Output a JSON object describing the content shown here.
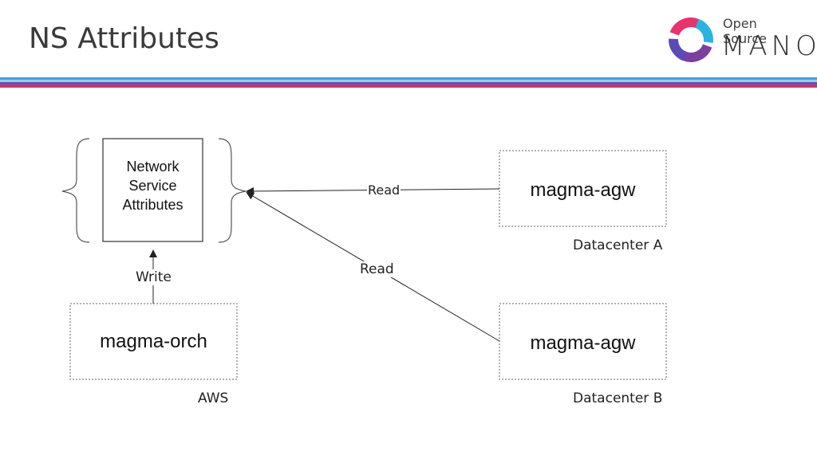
{
  "slide": {
    "title": "NS Attributes"
  },
  "logo": {
    "line1": "Open Source",
    "line2": "MANO",
    "colors": [
      "#e8336d",
      "#7b3fa0",
      "#2ab3e0",
      "#5b4bb7"
    ]
  },
  "header_stripes": {
    "colors": [
      "#4a9fd8",
      "#8fd0ea",
      "#6a4fb0",
      "#c0396f"
    ]
  },
  "diagram": {
    "ns_box": {
      "label_lines": [
        "Network",
        "Service",
        "Attributes"
      ]
    },
    "orch_box": {
      "label": "magma-orch",
      "location": "AWS"
    },
    "agw_a": {
      "label": "magma-agw",
      "location": "Datacenter A"
    },
    "agw_b": {
      "label": "magma-agw",
      "location": "Datacenter B"
    },
    "edges": {
      "write_label": "Write",
      "read_a_label": "Read",
      "read_b_label": "Read"
    }
  }
}
